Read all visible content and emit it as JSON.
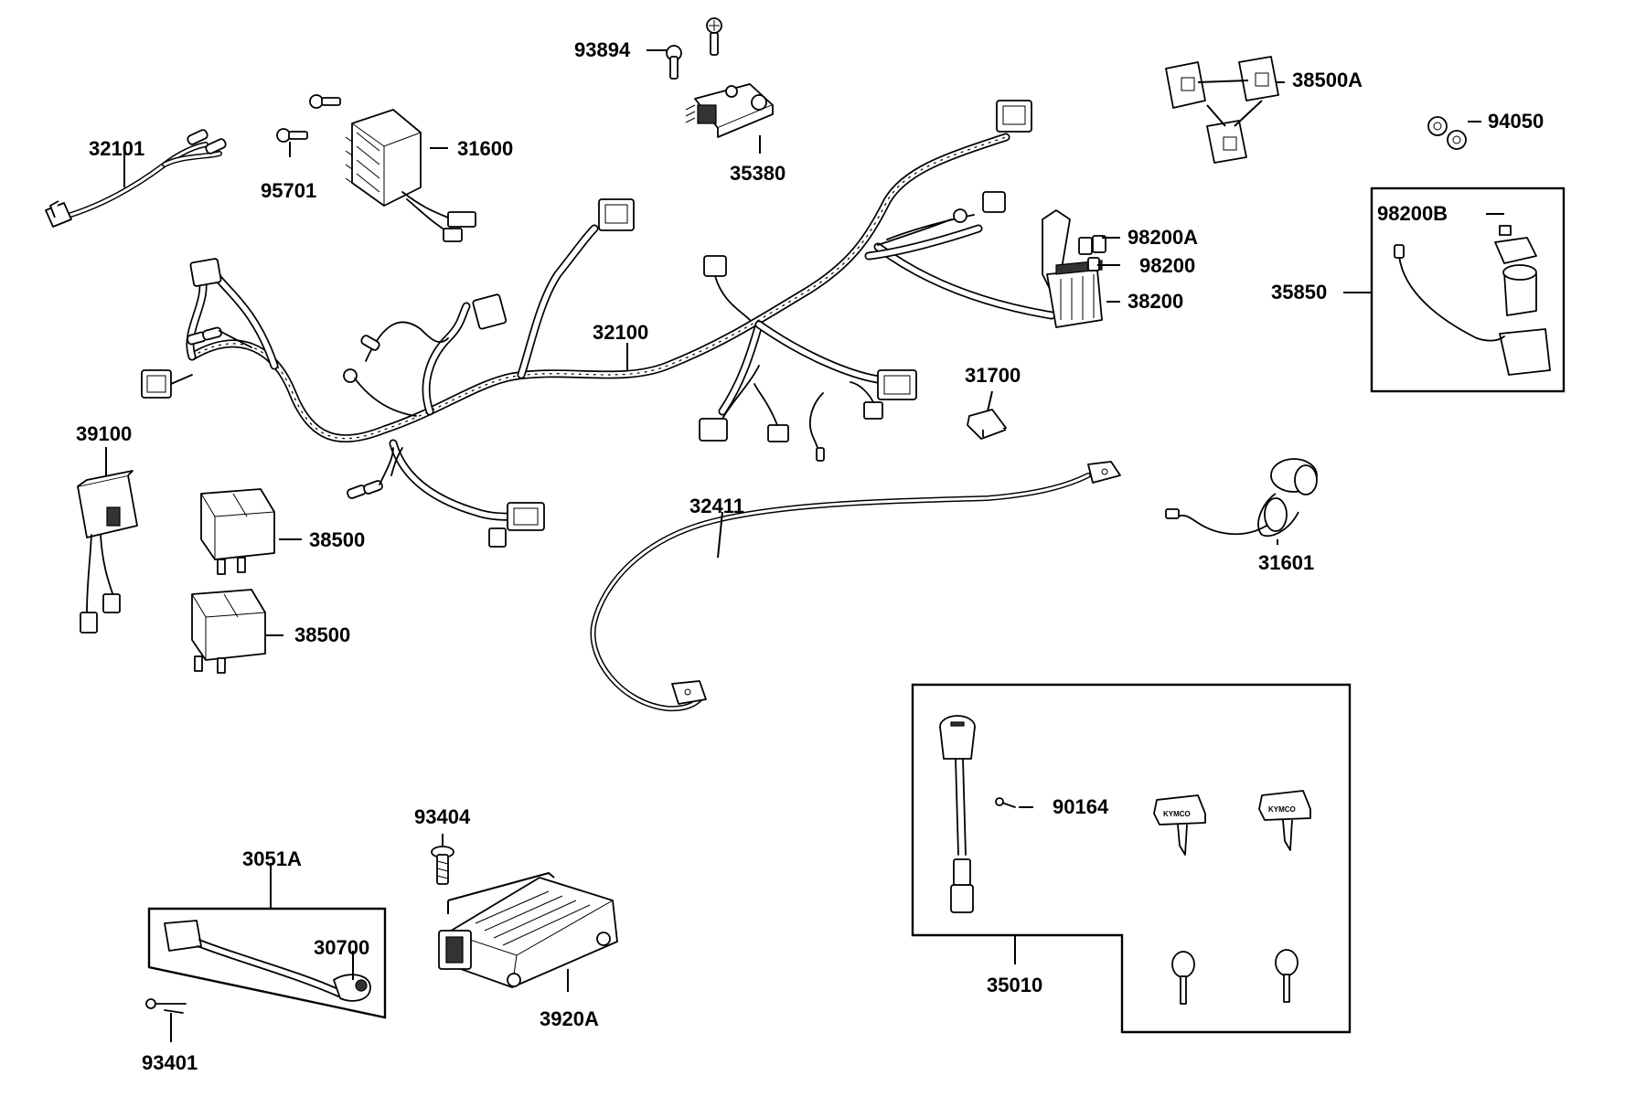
{
  "labels": {
    "p32101": "32101",
    "p95701": "95701",
    "p31600": "31600",
    "p93894": "93894",
    "p35380": "35380",
    "p38500A": "38500A",
    "p94050": "94050",
    "p98200B": "98200B",
    "p35850": "35850",
    "p98200A": "98200A",
    "p98200": "98200",
    "p38200": "38200",
    "p32100": "32100",
    "p31700": "31700",
    "p39100": "39100",
    "p38500_upper": "38500",
    "p38500_lower": "38500",
    "p32411": "32411",
    "p31601": "31601",
    "p93404": "93404",
    "p3051A": "3051A",
    "p30700": "30700",
    "p93401": "93401",
    "p3920A": "3920A",
    "p90164": "90164",
    "p35010": "35010"
  },
  "key_brand_text": "KYMCO"
}
